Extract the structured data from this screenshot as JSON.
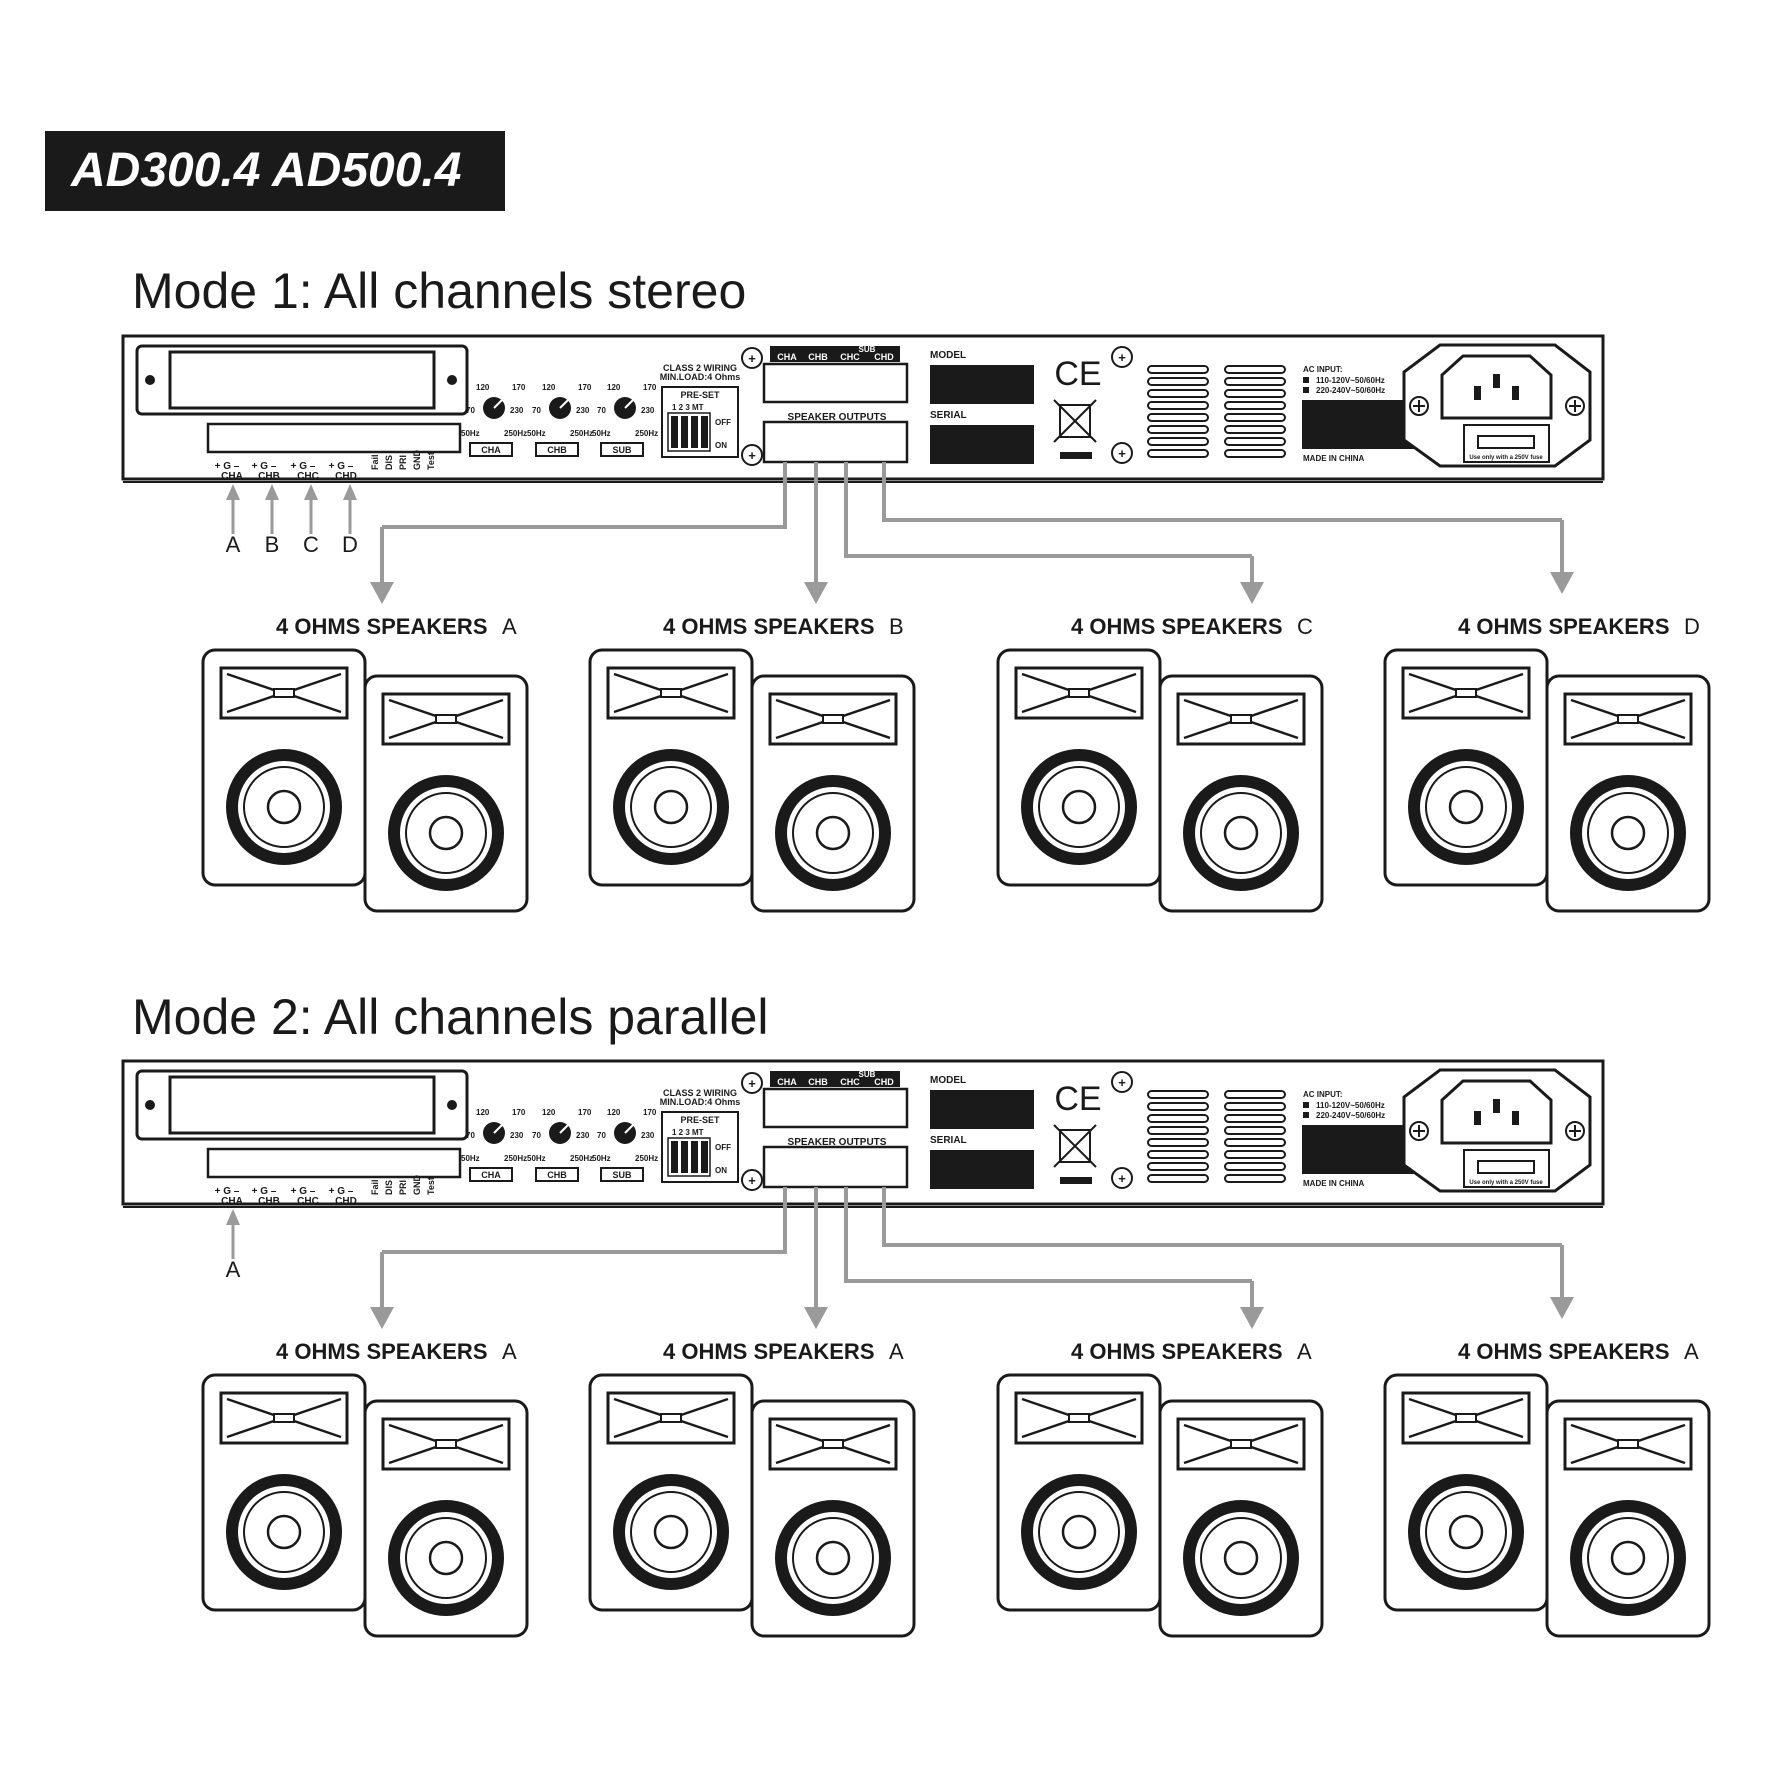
{
  "header": {
    "models": "AD300.4 AD500.4"
  },
  "panel": {
    "class2_line1": "CLASS 2 WIRING",
    "class2_line2": "MIN.LOAD:4 Ohms",
    "preset": "PRE-SET",
    "preset_nums": "1  2  3 MT",
    "off": "OFF",
    "on": "ON",
    "knob_low": "120",
    "knob_high": "170",
    "knob_left": "70",
    "knob_right": "230",
    "knob_min": "50Hz",
    "knob_max": "250Hz",
    "knob_labels": [
      "CHA",
      "CHB",
      "SUB"
    ],
    "channel_header": [
      "CHA",
      "CHB",
      "CHC",
      "CHD"
    ],
    "sub_label": "SUB",
    "speaker_outputs": "SPEAKER OUTPUTS",
    "model_label": "MODEL",
    "serial_label": "SERIAL",
    "ce_mark": "CE",
    "ac_input": "AC INPUT:",
    "ac_line1": "110-120V~50/60Hz",
    "ac_line2": "220-240V~50/60Hz",
    "made_in": "MADE IN CHINA",
    "fuse_note": "Use only with a 250V fuse",
    "input_terminals": [
      "CHA",
      "CHB",
      "CHC",
      "CHD"
    ],
    "input_signs": "+ G –",
    "status_labels": [
      "Fail",
      "DIS",
      "PRI",
      "GND",
      "Test"
    ]
  },
  "modes": [
    {
      "title": "Mode 1: All channels stereo",
      "input_markers": [
        "A",
        "B",
        "C",
        "D"
      ],
      "speaker_groups": [
        {
          "label": "4 OHMS SPEAKERS",
          "letter": "A"
        },
        {
          "label": "4 OHMS SPEAKERS",
          "letter": "B"
        },
        {
          "label": "4 OHMS SPEAKERS",
          "letter": "C"
        },
        {
          "label": "4 OHMS SPEAKERS",
          "letter": "D"
        }
      ]
    },
    {
      "title": "Mode 2: All channels parallel",
      "input_markers": [
        "A"
      ],
      "speaker_groups": [
        {
          "label": "4 OHMS SPEAKERS",
          "letter": "A"
        },
        {
          "label": "4 OHMS SPEAKERS",
          "letter": "A"
        },
        {
          "label": "4 OHMS SPEAKERS",
          "letter": "A"
        },
        {
          "label": "4 OHMS SPEAKERS",
          "letter": "A"
        }
      ]
    }
  ],
  "colors": {
    "ink": "#1a1a1a",
    "arrow": "#9a9a9a",
    "paper": "#ffffff"
  }
}
